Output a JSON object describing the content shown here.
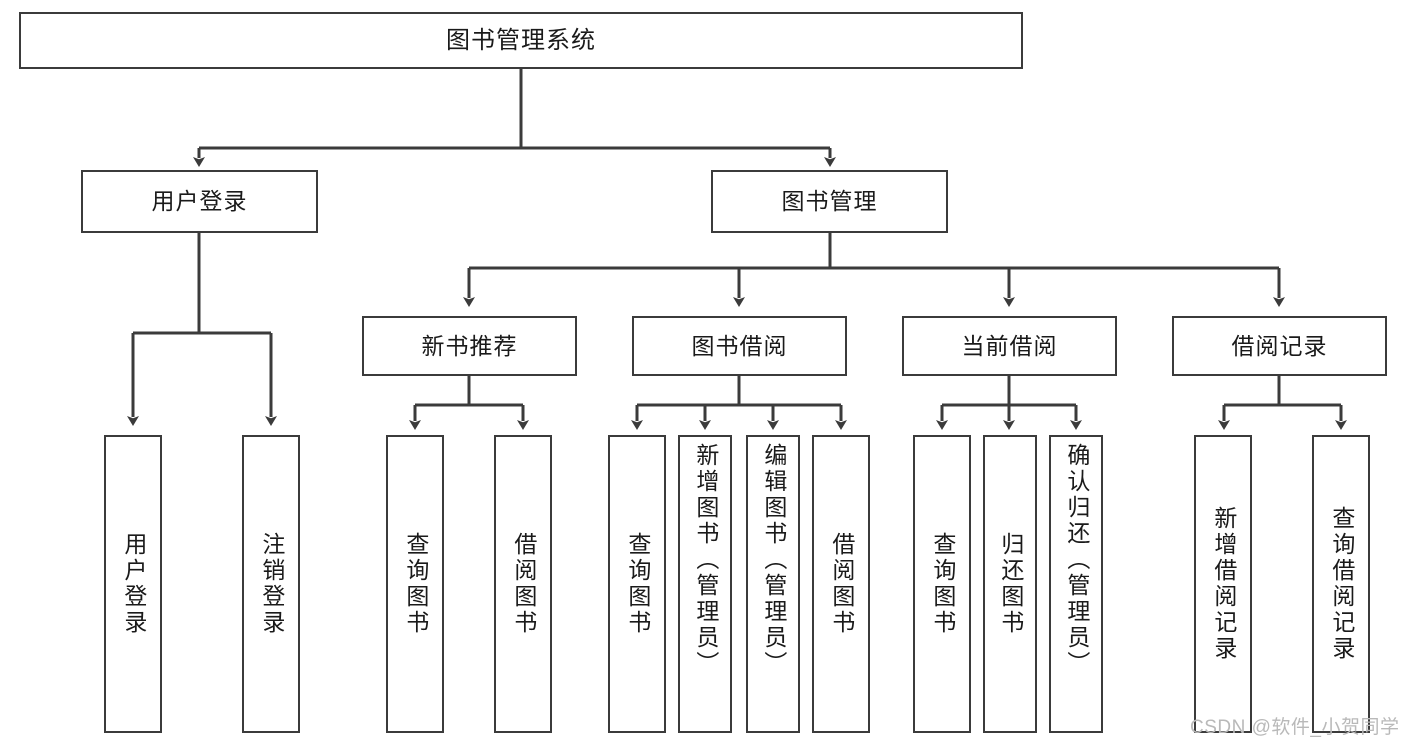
{
  "diagram": {
    "type": "tree-hierarchy-flowchart",
    "title_node": {
      "label": "图书管理系统"
    },
    "level2": [
      {
        "id": "user-login",
        "label": "用户登录"
      },
      {
        "id": "book-management",
        "label": "图书管理"
      }
    ],
    "level3": [
      {
        "id": "new-book-recommend",
        "label": "新书推荐"
      },
      {
        "id": "book-borrow",
        "label": "图书借阅"
      },
      {
        "id": "current-borrow",
        "label": "当前借阅"
      },
      {
        "id": "borrow-record",
        "label": "借阅记录"
      }
    ],
    "leaves": {
      "user_login": [
        {
          "id": "leaf-user-login",
          "label": "用户登录"
        },
        {
          "id": "leaf-logout-login",
          "label": "注销登录"
        }
      ],
      "new_book_recommend": [
        {
          "id": "leaf-query-book-1",
          "label": "查询图书"
        },
        {
          "id": "leaf-borrow-book-1",
          "label": "借阅图书"
        }
      ],
      "book_borrow": [
        {
          "id": "leaf-query-book-2",
          "label": "查询图书"
        },
        {
          "id": "leaf-add-book",
          "label": "新增图书（管理员）"
        },
        {
          "id": "leaf-edit-book",
          "label": "编辑图书（管理员）"
        },
        {
          "id": "leaf-borrow-book-2",
          "label": "借阅图书"
        }
      ],
      "current_borrow": [
        {
          "id": "leaf-query-book-3",
          "label": "查询图书"
        },
        {
          "id": "leaf-return-book",
          "label": "归还图书"
        },
        {
          "id": "leaf-confirm-return",
          "label": "确认归还（管理员）"
        }
      ],
      "borrow_record": [
        {
          "id": "leaf-add-record",
          "label": "新增借阅记录"
        },
        {
          "id": "leaf-query-record",
          "label": "查询借阅记录"
        }
      ]
    }
  },
  "watermark": {
    "text": "CSDN @软件_小贺同学"
  },
  "colors": {
    "node_border": "#3b3b3b",
    "node_fill": "#ffffff",
    "edge": "#3b3b3b",
    "text": "#1a1a1a",
    "watermark": "#b9b9b9",
    "background": "#ffffff"
  }
}
